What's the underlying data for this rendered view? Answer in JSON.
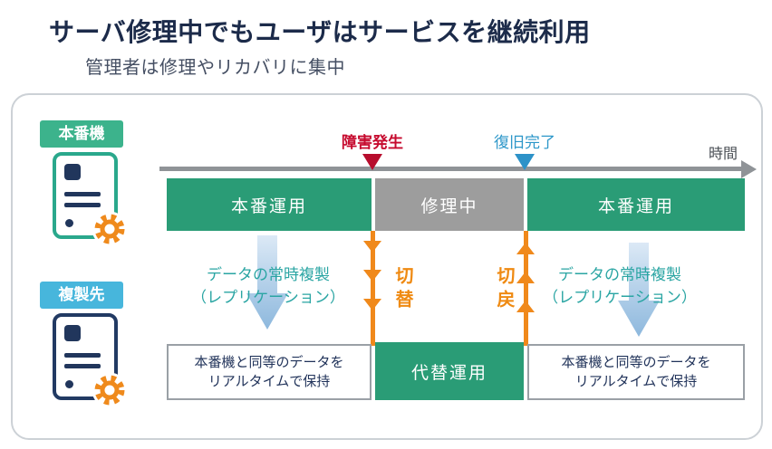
{
  "header": {
    "title": "サーバ修理中でもユーザはサービスを継続利用",
    "subtitle": "管理者は修理やリカバリに集中"
  },
  "diagram": {
    "machines": [
      {
        "label": "本番機"
      },
      {
        "label": "複製先"
      }
    ],
    "timeline": {
      "time_label": "時間",
      "failure_label": "障害発生",
      "recovery_label": "復旧完了"
    },
    "bars": {
      "production_before": "本番運用",
      "repairing": "修理中",
      "production_after": "本番運用",
      "alternate": "代替運用"
    },
    "switch": {
      "switchover": "切替",
      "switchback": "切戻"
    },
    "replication_left": {
      "line1": "データの常時複製",
      "line2": "（レプリケーション）"
    },
    "replication_right": {
      "line1": "データの常時複製",
      "line2": "（レプリケーション）"
    },
    "data_box_left": {
      "line1": "本番機と同等のデータを",
      "line2": "リアルタイムで保持"
    },
    "data_box_right": {
      "line1": "本番機と同等のデータを",
      "line2": "リアルタイムで保持"
    }
  },
  "colors": {
    "title_navy": "#1c2b4a",
    "bar_green": "#2a9c76",
    "badge_green": "#3cb38c",
    "badge_blue": "#47b6dc",
    "bar_gray": "#9d9d9d",
    "orange": "#f0891b",
    "failure_red": "#c60a2e",
    "recovery_blue": "#2d97c9",
    "replication_teal": "#2aa5a3",
    "axis_gray": "#8f9397",
    "box_text_navy": "#21335a"
  }
}
